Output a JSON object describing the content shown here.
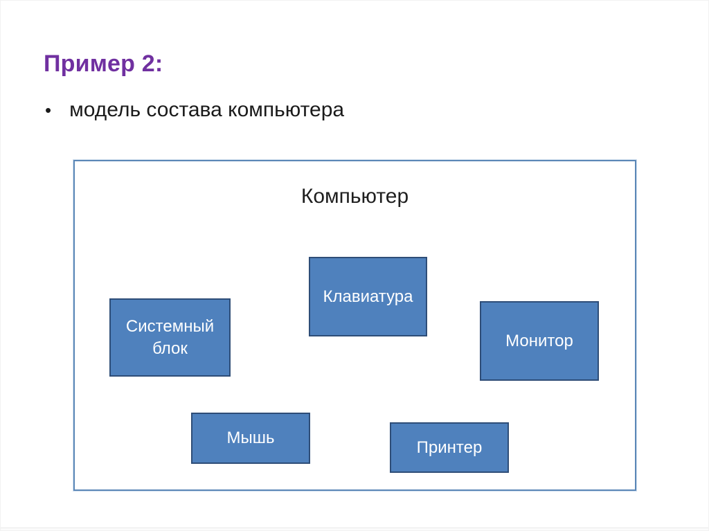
{
  "slide": {
    "title": "Пример 2:",
    "bullet_glyph": "•",
    "bullet_text": "модель состава компьютера"
  },
  "diagram": {
    "container_label": "Компьютер",
    "nodes": [
      {
        "id": "system-unit",
        "label": "Системный блок"
      },
      {
        "id": "keyboard",
        "label": "Клавиатура"
      },
      {
        "id": "monitor",
        "label": "Монитор"
      },
      {
        "id": "mouse",
        "label": "Мышь"
      },
      {
        "id": "printer",
        "label": "Принтер"
      }
    ]
  },
  "colors": {
    "title_accent": "#7030A0",
    "body_text": "#1A1A1A",
    "frame_border": "#5B87B7",
    "node_fill": "#4F81BD",
    "node_border": "#2E4D77",
    "node_text": "#FFFFFF"
  }
}
